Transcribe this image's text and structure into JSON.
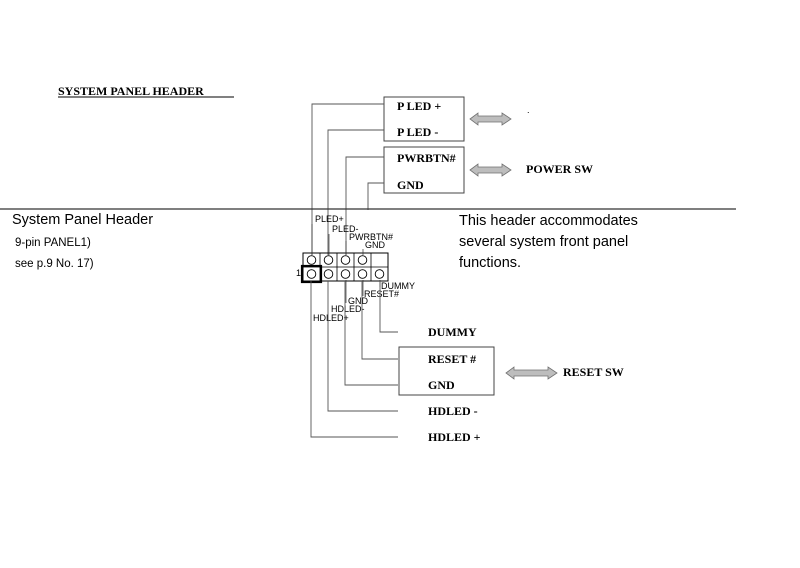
{
  "top_title": "SYSTEM  PANEL  HEADER",
  "top_block": {
    "box1": [
      "P LED +",
      "P LED -"
    ],
    "box2": [
      "PWRBTN#",
      "GND"
    ],
    "box2_label": "POWER SW"
  },
  "manual": {
    "heading": "System Panel Header",
    "sub1": "9-pin PANEL1)",
    "sub2": "see p.9  No. 17)",
    "description": [
      "This header accommodates",
      "several system front panel",
      "functions."
    ],
    "pin_one_label": "1",
    "pins_top": [
      "PLED+",
      "PLED-",
      "PWRBTN#",
      "GND"
    ],
    "pins_bottom": [
      "DUMMY",
      "RESET#",
      "GND",
      "HDLED-",
      "HDLED+"
    ]
  },
  "bottom_block": {
    "dummy": "DUMMY",
    "reset_box": [
      "RESET #",
      "GND"
    ],
    "reset_label": "RESET SW",
    "hdled_minus": "HDLED -",
    "hdled_plus": "HDLED +"
  },
  "colors": {
    "ink": "#000000",
    "wire": "#555555",
    "arrow_fill": "#bdbdbd",
    "arrow_stroke": "#707070"
  }
}
